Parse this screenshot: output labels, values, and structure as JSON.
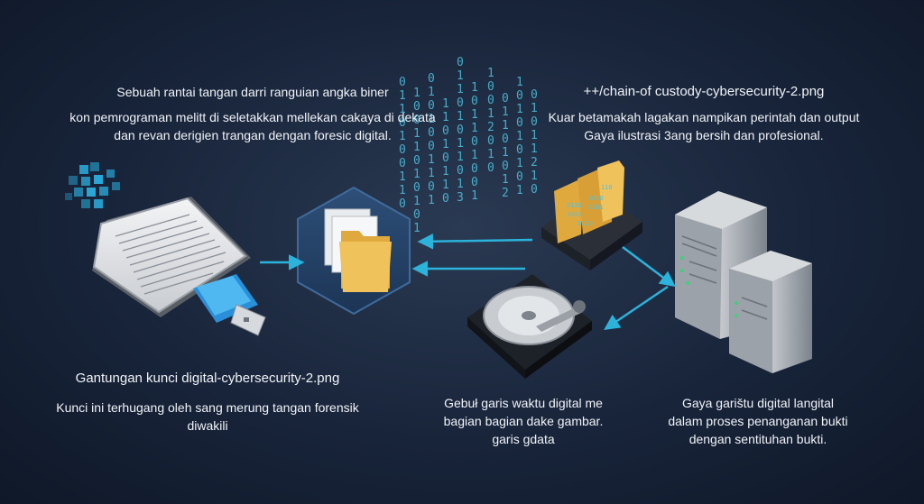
{
  "top_left": {
    "lines": [
      "Sebuah rantai tangan darri ranguian angka biner",
      "kon pemrograman melitt di seletakkan mellekan cakaya di dekata",
      "dan revan derigien trangan dengan foresic digital."
    ]
  },
  "top_right": {
    "title": "++/chain-of custody-cybersecurity-2.png",
    "lines": [
      "Kuar betamakah lagakan nampikan perintah dan output",
      "Gaya ilustrasi 3ang bersih dan profesional."
    ]
  },
  "bottom_left": {
    "title": "Gantungan kunci digital-cybersecurity-2.png",
    "lines": [
      "Kunci ini terhugang oleh sang merung tangan forensik",
      "diwakili"
    ]
  },
  "bottom_middle": {
    "lines": [
      "Gebuł garis waktu digital me",
      "bagian bagian dake gambar.",
      "garis gdata"
    ]
  },
  "bottom_right": {
    "lines": [
      "Gaya garištu digital langital",
      "dalam proses penanganan bukti",
      "dengan sentituhan bukti."
    ]
  },
  "binary_columns": [
    "0\n1\n1\n0\n1\n0\n0\n1\n1\n0",
    "1\n0\n0\n1\n1\n0\n1\n0\n1\n0\n1",
    "0\n1\n0\n1\n0\n0\n1\n1\n0\n1",
    "1\n1\n0\n1\n0\n1\n1\n0",
    "0\n1\n1\n0\n1\n0\n1\n1\n0\n1\n3",
    "1\n0\n1\n1\n0\n1\n0\n0\n1",
    "1\n0\n0\n1\n2\n0\n1\n0",
    "0\n1\n1\n0\n1\n0\n1\n2",
    "1\n0\n1\n0\n1\n0\n1\n0\n1",
    "0\n1\n0\n1\n1\n2\n1\n0"
  ],
  "colors": {
    "accent": "#2bb3dc",
    "folder": "#e8b54a",
    "background": "#1b2740"
  }
}
